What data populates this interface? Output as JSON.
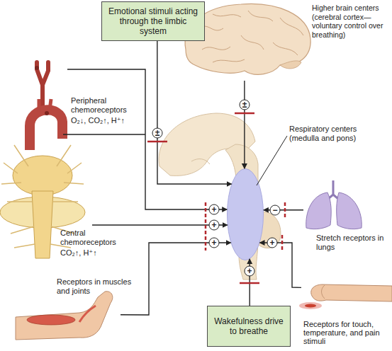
{
  "diagram": {
    "nodes": [
      {
        "text": [
          "Emotional stimuli acting through the limbic system"
        ]
      },
      {
        "text": [
          "Higher brain centers (cerebral cortex—voluntary control over breathing)"
        ]
      },
      {
        "text": [
          "Peripheral chemoreceptors",
          "O₂↓, CO₂↑, H⁺↑"
        ]
      },
      {
        "text": [
          "Respiratory centers (medulla and pons)"
        ]
      },
      {
        "text": [
          "Central chemoreceptors",
          "CO₂↑, H⁺↑"
        ]
      },
      {
        "text": [
          "Stretch receptors in lungs"
        ]
      },
      {
        "text": [
          "Receptors in muscles and joints"
        ]
      },
      {
        "text": [
          "Receptors for touch, temperature, and pain stimuli"
        ]
      },
      {
        "text": [
          "Wakefulness drive to breathe"
        ]
      }
    ],
    "edges": [
      {
        "from": 0,
        "to": 3,
        "arrow": "to",
        "label": "±"
      },
      {
        "from": 1,
        "to": 3,
        "arrow": "to",
        "label": "±"
      },
      {
        "from": 2,
        "to": 3,
        "arrow": "to",
        "label": "+"
      },
      {
        "from": 4,
        "to": 3,
        "arrow": "to",
        "label": "+"
      },
      {
        "from": 5,
        "to": 3,
        "arrow": "to",
        "label": "−"
      },
      {
        "from": 6,
        "to": 3,
        "arrow": "to",
        "label": "+"
      },
      {
        "from": 7,
        "to": 3,
        "arrow": "to",
        "label": "+"
      },
      {
        "from": 8,
        "to": 3,
        "arrow": "to",
        "label": "+"
      }
    ]
  }
}
